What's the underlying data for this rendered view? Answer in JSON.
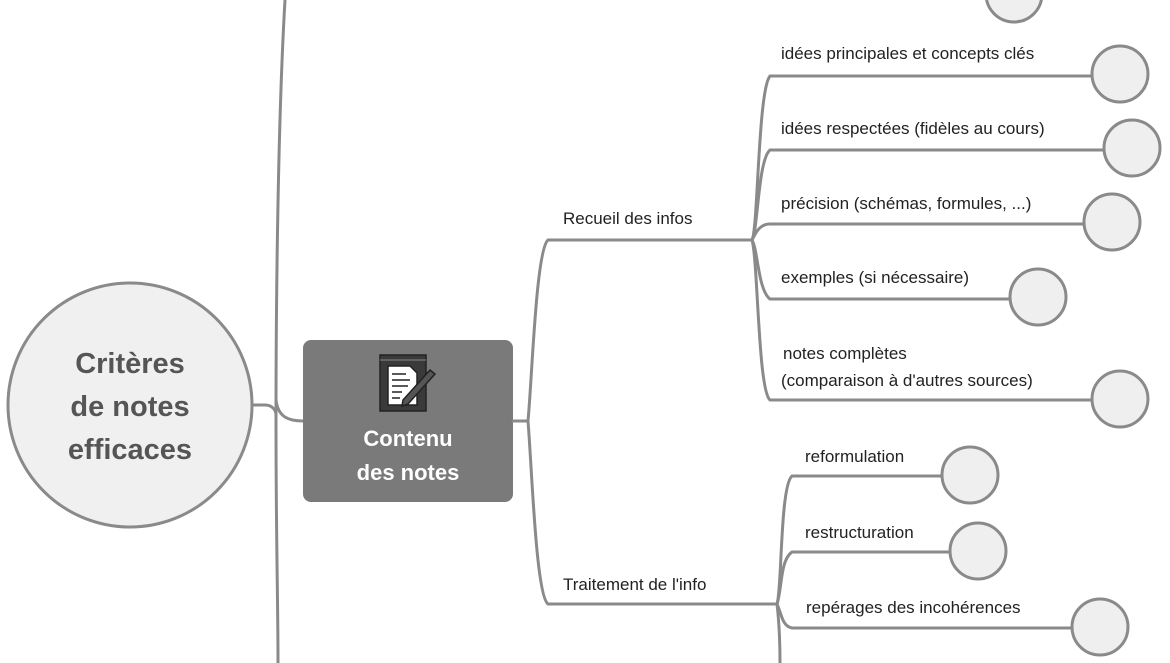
{
  "root": {
    "lines": [
      "Critères",
      "de notes",
      "efficaces"
    ]
  },
  "main_node": {
    "lines": [
      "Contenu",
      "des notes"
    ],
    "icon": "document-edit-icon"
  },
  "branches": [
    {
      "label": "Recueil des infos",
      "items": [
        {
          "lines": [
            "idées principales et concepts clés"
          ]
        },
        {
          "lines": [
            "idées respectées (fidèles au cours)"
          ]
        },
        {
          "lines": [
            "précision (schémas, formules, ...)"
          ]
        },
        {
          "lines": [
            "exemples (si nécessaire)"
          ]
        },
        {
          "lines": [
            "notes complètes",
            "(comparaison à d'autres sources)"
          ]
        }
      ]
    },
    {
      "label": "Traitement de l'info",
      "items": [
        {
          "lines": [
            "reformulation"
          ]
        },
        {
          "lines": [
            "restructuration"
          ]
        },
        {
          "lines": [
            "repérages des incohérences"
          ]
        }
      ]
    }
  ],
  "colors": {
    "line": "#8a8a8a",
    "node_fill": "#efefef",
    "main_box": "#7a7a7a"
  }
}
